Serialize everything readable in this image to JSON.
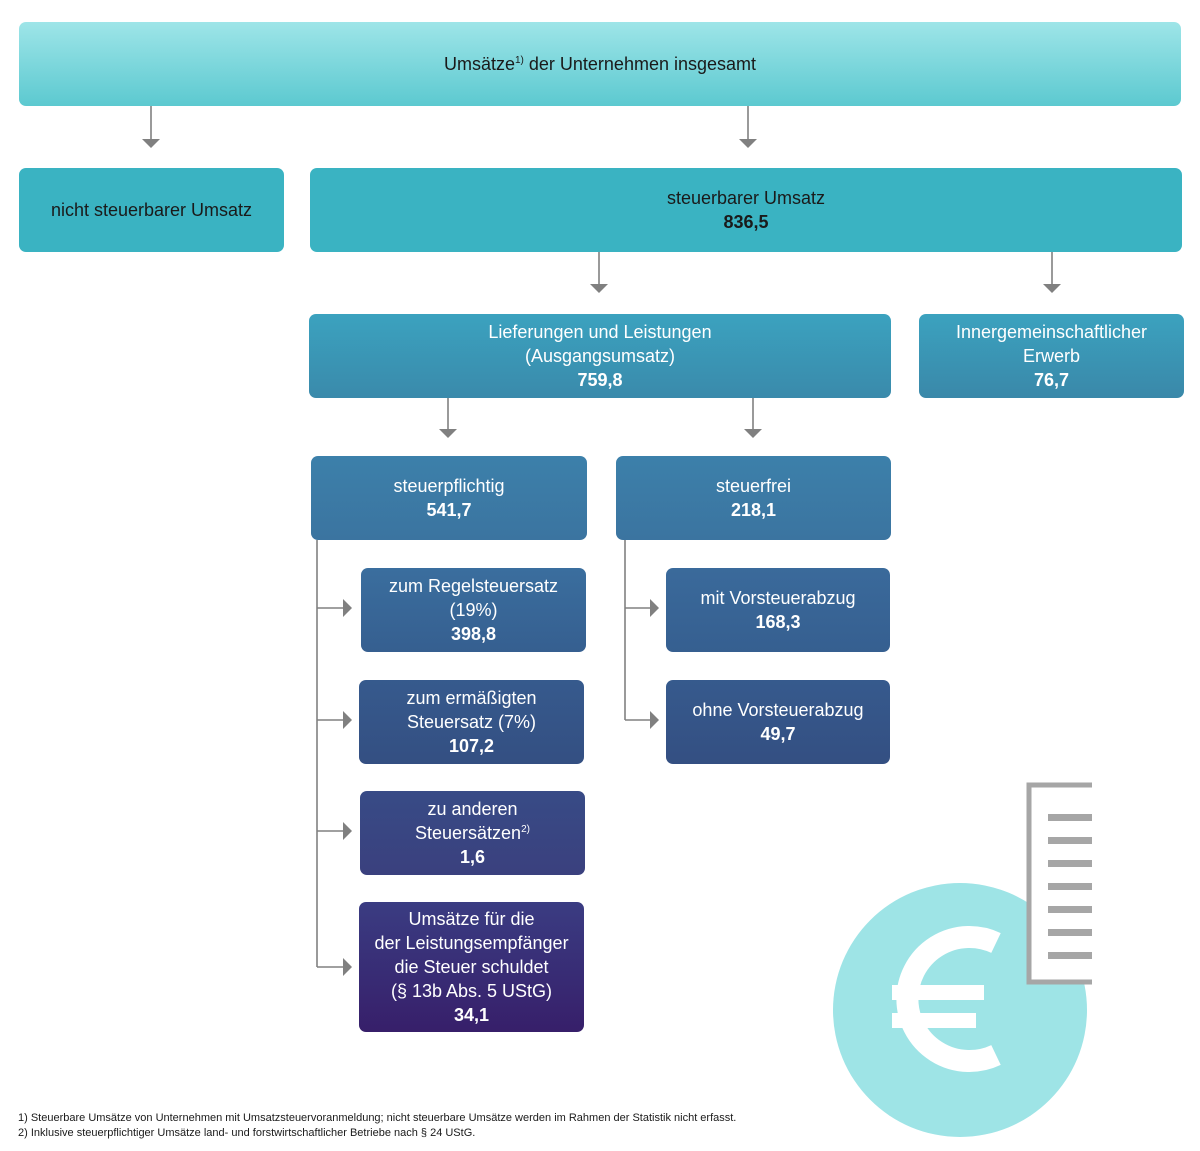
{
  "colors": {
    "top": "#7fd9de",
    "teal": "#3ab3c2",
    "mid_blue": "#3a8fb0",
    "blue": "#3c78a2",
    "navy_blue": "#355b8e",
    "navy": "#33497e",
    "indigo": "#3a3d80",
    "purple": "#3a2470",
    "connector": "#808080",
    "euro_circle": "#9ee4e6",
    "document": "#a6a6a6"
  },
  "top_box": {
    "label_before": "Umsätze",
    "footnote_marker": "1)",
    "label_after": " der Unternehmen insgesamt"
  },
  "not_taxable": {
    "label": "nicht steuerbarer Umsatz"
  },
  "taxable": {
    "label": "steuerbarer Umsatz",
    "value": "836,5"
  },
  "deliveries": {
    "label_line1": "Lieferungen und Leistungen",
    "label_line2": "(Ausgangsumsatz)",
    "value": "759,8"
  },
  "intra_community": {
    "label_line1": "Innergemeinschaftlicher",
    "label_line2": "Erwerb",
    "value": "76,7"
  },
  "taxable_liable": {
    "label": "steuerpflichtig",
    "value": "541,7"
  },
  "tax_exempt": {
    "label": "steuerfrei",
    "value": "218,1"
  },
  "standard_rate": {
    "label_line1": "zum Regelsteuersatz",
    "label_line2": "(19%)",
    "value": "398,8"
  },
  "reduced_rate": {
    "label_line1": "zum ermäßigten",
    "label_line2": "Steuersatz (7%)",
    "value": "107,2"
  },
  "other_rates": {
    "label_line1": "zu anderen",
    "label_line2": "Steuersätzen",
    "footnote_marker": "2)",
    "value": "1,6"
  },
  "reverse_charge": {
    "label_line1": "Umsätze für die",
    "label_line2": "der Leistungsempfänger",
    "label_line3": "die Steuer schuldet",
    "label_line4": "(§ 13b Abs. 5 UStG)",
    "value": "34,1"
  },
  "with_input_tax": {
    "label": "mit Vorsteuerabzug",
    "value": "168,3"
  },
  "without_input_tax": {
    "label": "ohne Vorsteuerabzug",
    "value": "49,7"
  },
  "icons": {
    "euro": "euro-coin-icon",
    "document": "document-icon"
  },
  "footnotes": [
    "1) Steuerbare Umsätze von Unternehmen mit Umsatzsteuervoranmeldung; nicht steuerbare Umsätze werden im Rahmen der Statistik nicht erfasst.",
    "2) Inklusive steuerpflichtiger Umsätze land- und forstwirtschaftlicher Betriebe nach § 24 UStG."
  ]
}
